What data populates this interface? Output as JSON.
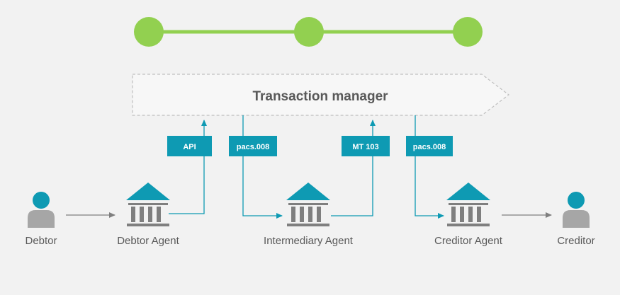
{
  "colors": {
    "background": "#f2f2f2",
    "progress_green": "#92d050",
    "teal": "#0e9ab3",
    "bank_gray": "#7f7f7f",
    "person_head": "#0e9ab3",
    "person_body": "#a6a6a6",
    "arrow_gray": "#7f7f7f",
    "text_gray": "#595959",
    "dashed_border": "#bfbfbf"
  },
  "progress": {
    "steps": 3
  },
  "transaction_manager": {
    "title": "Transaction manager"
  },
  "messages": [
    {
      "label": "API"
    },
    {
      "label": "pacs.008"
    },
    {
      "label": "MT 103"
    },
    {
      "label": "pacs.008"
    }
  ],
  "nodes": [
    {
      "label": "Debtor",
      "icon": "person-icon"
    },
    {
      "label": "Debtor Agent",
      "icon": "bank-icon"
    },
    {
      "label": "Intermediary Agent",
      "icon": "bank-icon"
    },
    {
      "label": "Creditor Agent",
      "icon": "bank-icon"
    },
    {
      "label": "Creditor",
      "icon": "person-icon"
    }
  ]
}
